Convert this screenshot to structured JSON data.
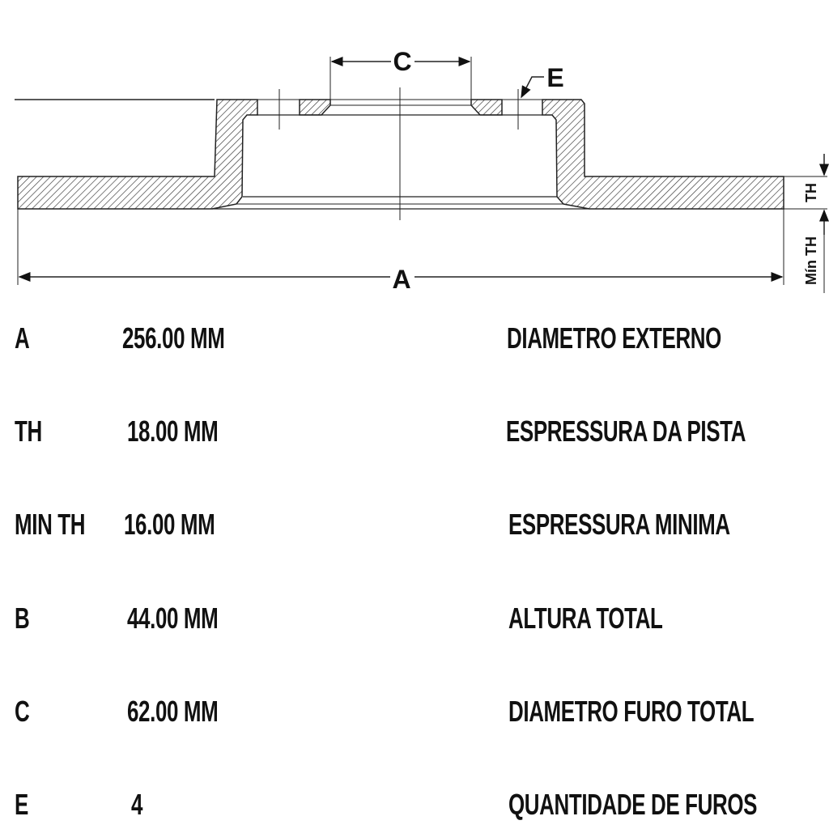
{
  "diagram": {
    "labels": {
      "A": "A",
      "C": "C",
      "E": "E",
      "TH": "TH",
      "MinTH": "Mín TH"
    }
  },
  "specs": [
    {
      "code": "A",
      "value": "256.00 MM",
      "description": "DIAMETRO EXTERNO"
    },
    {
      "code": "TH",
      "value": "18.00 MM",
      "description": "ESPRESSURA DA PISTA"
    },
    {
      "code": "MIN TH",
      "value": "16.00 MM",
      "description": "ESPRESSURA MINIMA"
    },
    {
      "code": "B",
      "value": "44.00 MM",
      "description": "ALTURA TOTAL"
    },
    {
      "code": "C",
      "value": "62.00 MM",
      "description": "DIAMETRO FURO TOTAL"
    },
    {
      "code": "E",
      "value": "4",
      "description": "QUANTIDADE DE FUROS"
    }
  ]
}
